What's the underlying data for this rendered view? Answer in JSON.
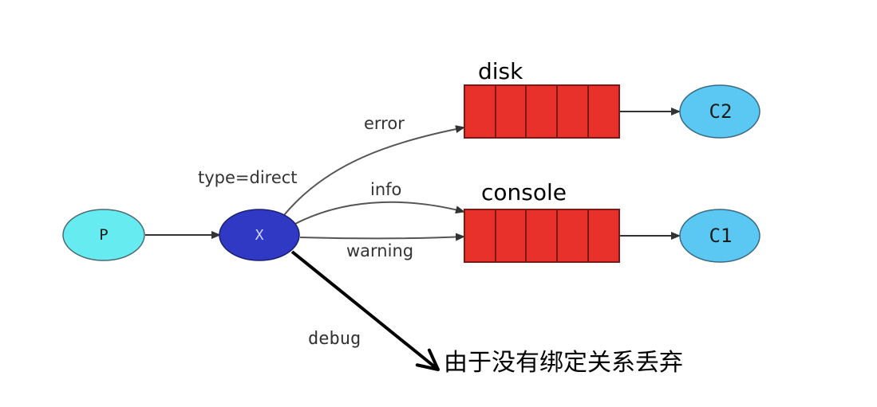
{
  "nodes": {
    "producer": {
      "label": "P"
    },
    "exchange": {
      "label": "X",
      "type_label": "type=direct"
    },
    "consumer_c2": {
      "label": "C2"
    },
    "consumer_c1": {
      "label": "C1"
    }
  },
  "queues": {
    "disk": {
      "name": "disk",
      "cells": 5
    },
    "console": {
      "name": "console",
      "cells": 5
    }
  },
  "routing_keys": {
    "error": "error",
    "info": "info",
    "warning": "warning",
    "debug": "debug"
  },
  "annotation": {
    "discard_note": "由于没有绑定关系丢弃"
  },
  "colors": {
    "producer_fill": "#66ecf0",
    "exchange_fill": "#2f39c4",
    "consumer_fill": "#5ac8f2",
    "queue_fill": "#e8312a",
    "queue_stroke": "#8a1a14",
    "edge": "#444444",
    "debug_edge": "#000000"
  }
}
